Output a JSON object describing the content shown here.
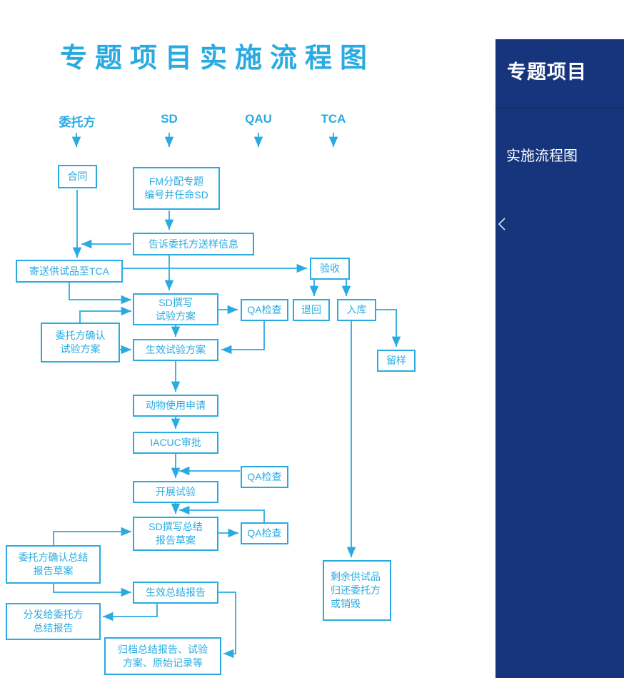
{
  "title": "专题项目实施流程图",
  "sidebar": {
    "heading": "专题项目",
    "item": "实施流程图",
    "background_color": "#16357D",
    "text_color": "#FFFFFF"
  },
  "flow": {
    "accent_color": "#29ABE2",
    "columns": [
      {
        "label": "委托方"
      },
      {
        "label": "SD"
      },
      {
        "label": "QAU"
      },
      {
        "label": "TCA"
      }
    ],
    "boxes": {
      "contract": "合同",
      "fm_assign": "FM分配专题\n编号并任命SD",
      "notify_sample_info": "告诉委托方送样信息",
      "send_test_article": "寄送供试品至TCA",
      "acceptance": "验收",
      "sd_draft_protocol": "SD撰写\n试验方案",
      "qa_check_1": "QA检查",
      "reject": "退回",
      "warehouse": "入库",
      "sponsor_confirm_protocol": "委托方确认\n试验方案",
      "effective_protocol": "生效试验方案",
      "retain_sample": "留样",
      "animal_use_application": "动物使用申请",
      "iacuc_approval": "IACUC审批",
      "qa_check_2": "QA检查",
      "conduct_study": "开展试验",
      "sd_draft_report": "SD撰写总结\n报告草案",
      "qa_check_3": "QA检查",
      "sponsor_confirm_report": "委托方确认总结\n报告草案",
      "effective_report": "生效总结报告",
      "distribute_report": "分发给委托方\n总结报告",
      "archive": "归档总结报告、试验\n方案、原始记录等",
      "remaining_sample": "剩余供试品\n归还委托方\n或销毁"
    }
  }
}
